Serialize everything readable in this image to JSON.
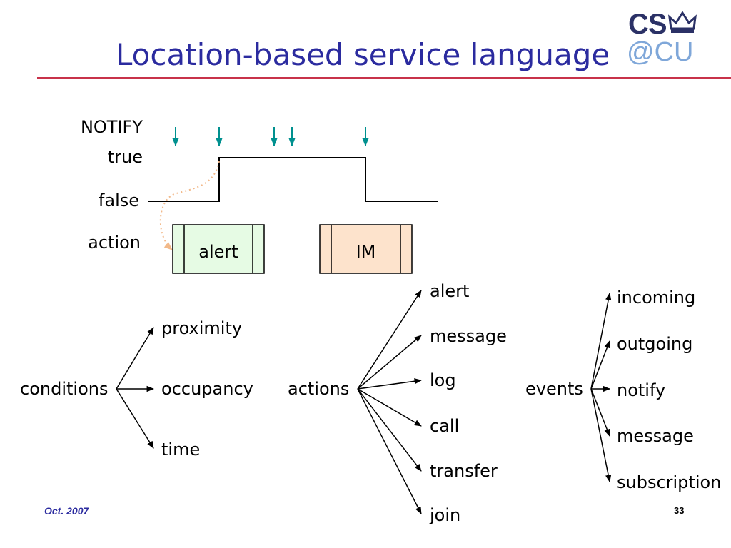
{
  "slide": {
    "title": "Location-based service language",
    "footer_date": "Oct. 2007",
    "page_number": "33",
    "logo_top": "CS",
    "logo_bottom": "@CU"
  },
  "timeline": {
    "notify_label": "NOTIFY",
    "true_label": "true",
    "false_label": "false",
    "action_label": "action",
    "action_boxes": [
      {
        "label": "alert",
        "color": "#e6fbe4"
      },
      {
        "label": "IM",
        "color": "#fde3cc"
      }
    ]
  },
  "trees": {
    "conditions": {
      "root": "conditions",
      "children": [
        "proximity",
        "occupancy",
        "time"
      ]
    },
    "actions": {
      "root": "actions",
      "children": [
        "alert",
        "message",
        "log",
        "call",
        "transfer",
        "join"
      ]
    },
    "events": {
      "root": "events",
      "children": [
        "incoming",
        "outgoing",
        "notify",
        "message",
        "subscription"
      ]
    }
  },
  "colors": {
    "title": "#2b2b9f",
    "rule": "#c8324a",
    "notify_arrow": "#00908f",
    "dotted_path": "#f2b98a"
  }
}
